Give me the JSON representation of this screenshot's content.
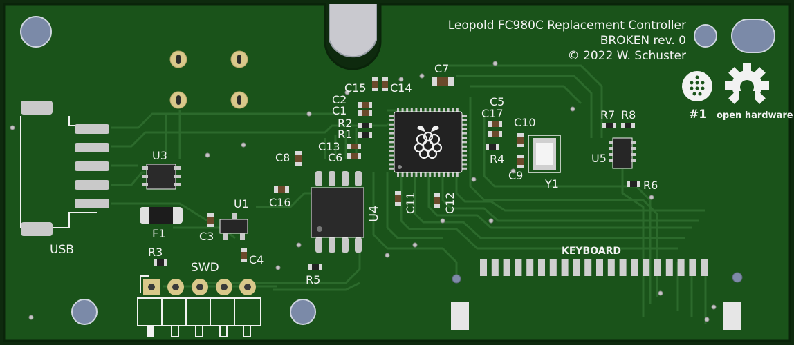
{
  "board": {
    "title": "Leopold FC980C Replacement Controller",
    "revision": "BROKEN rev. 0",
    "copyright": "© 2022 W. Schuster",
    "edition": "#1",
    "oshw_logo_text": "open hardware",
    "raspberry_logo": "raspberry-pi-logo"
  },
  "refdes": {
    "usb": "USB",
    "u3": "U3",
    "f1": "F1",
    "r3": "R3",
    "swd": "SWD",
    "c3": "C3",
    "u1": "U1",
    "c4": "C4",
    "c16": "C16",
    "c8": "C8",
    "u4": "U4",
    "r5": "R5",
    "c15": "C15",
    "c14": "C14",
    "c2": "C2",
    "c1": "C1",
    "r2": "R2",
    "r1": "R1",
    "c13": "C13",
    "c6": "C6",
    "c7": "C7",
    "c11": "C11",
    "c12": "C12",
    "c5": "C5",
    "c17": "C17",
    "c10": "C10",
    "r4": "R4",
    "c9": "C9",
    "y1": "Y1",
    "r7": "R7",
    "r8": "R8",
    "u5": "U5",
    "r6": "R6",
    "keyboard": "KEYBOARD"
  },
  "colors": {
    "substrate": "#144a14",
    "copper_fill": "#1d5a1d",
    "trace": "#2b6b2b",
    "silkscreen": "#f2f2f2",
    "pad_gold": "#d9c88a",
    "pad_silver": "#c9c9c9",
    "hole": "#7b8aa8",
    "ic_body": "#262626"
  }
}
